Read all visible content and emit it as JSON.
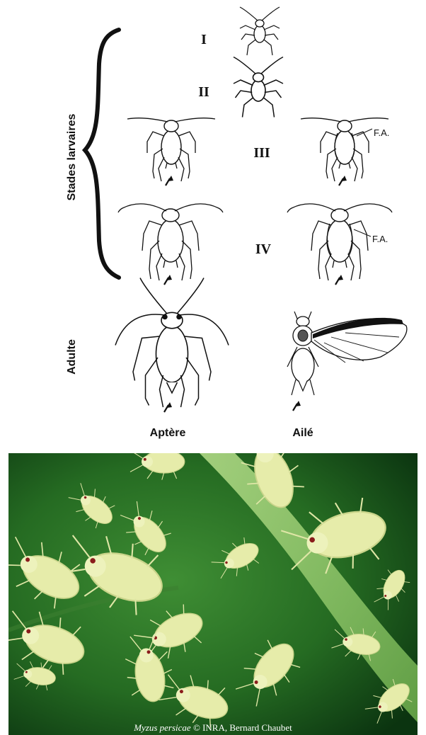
{
  "diagram": {
    "side_labels": {
      "larval": "Stades larvaires",
      "adult": "Adulte"
    },
    "stages": [
      "I",
      "II",
      "III",
      "IV"
    ],
    "wing_pad_label": "F.A.",
    "morphs": {
      "apterous": "Aptère",
      "winged": "Ailé"
    }
  },
  "photo": {
    "credit_species": "Myzus persicae",
    "credit_rest": " © INRA, Bernard Chaubet",
    "colors": {
      "leaf_dark": "#0f3d12",
      "leaf_mid": "#2f7a2a",
      "leaf_light": "#6fb04e",
      "aphid": "#e6ecaa",
      "eye": "#8a1c1c"
    }
  }
}
